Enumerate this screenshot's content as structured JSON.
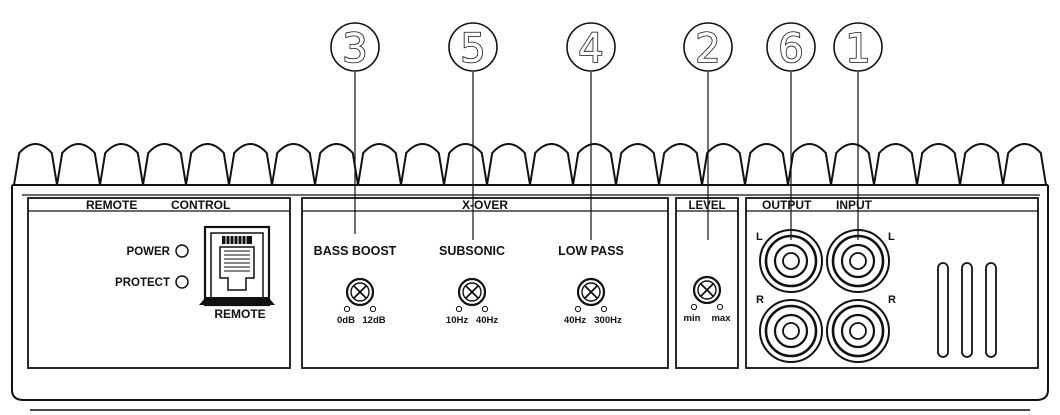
{
  "callouts": [
    {
      "number": "3"
    },
    {
      "number": "5"
    },
    {
      "number": "4"
    },
    {
      "number": "2"
    },
    {
      "number": "6"
    },
    {
      "number": "1"
    }
  ],
  "sections": {
    "remote_control": {
      "left_title": "REMOTE",
      "right_title": "CONTROL"
    },
    "x_over": {
      "title": "X-OVER"
    },
    "level": {
      "title": "LEVEL"
    },
    "output": {
      "title": "OUTPUT"
    },
    "input": {
      "title": "INPUT"
    }
  },
  "indicators": [
    {
      "label": "POWER"
    },
    {
      "label": "PROTECT"
    }
  ],
  "remote_jack": {
    "label": "REMOTE"
  },
  "knobs": [
    {
      "title": "BASS BOOST",
      "min_label": "0dB",
      "max_label": "12dB"
    },
    {
      "title": "SUBSONIC",
      "min_label": "10Hz",
      "max_label": "40Hz"
    },
    {
      "title": "LOW PASS",
      "min_label": "40Hz",
      "max_label": "300Hz"
    },
    {
      "title": "",
      "min_label": "min",
      "max_label": "max"
    }
  ],
  "rca": {
    "output_left": "L",
    "output_right": "R",
    "input_left": "L",
    "input_right": "R"
  }
}
